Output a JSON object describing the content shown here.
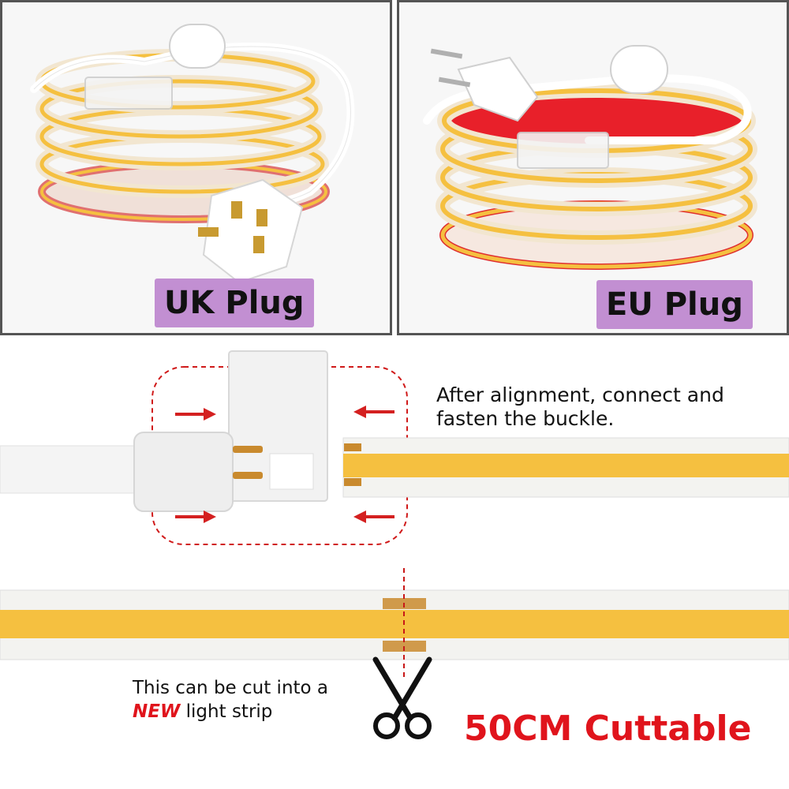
{
  "panels": {
    "uk_label": "UK Plug",
    "eu_label": "EU Plug"
  },
  "connector": {
    "instruction_line1": "After alignment, connect and",
    "instruction_line2": "fasten the buckle."
  },
  "strip": {
    "cut_text_line1": "This can be cut into a",
    "cut_text_new": "NEW",
    "cut_text_rest": " light strip",
    "cuttable_label": "50CM Cuttable"
  },
  "colors": {
    "label_bg": "#c28fd2",
    "accent_red": "#e0141c",
    "led_yellow": "#f5c040",
    "frame_border": "#555555"
  },
  "icons": [
    "scissors-icon",
    "arrow-right-icon",
    "arrow-left-icon"
  ]
}
